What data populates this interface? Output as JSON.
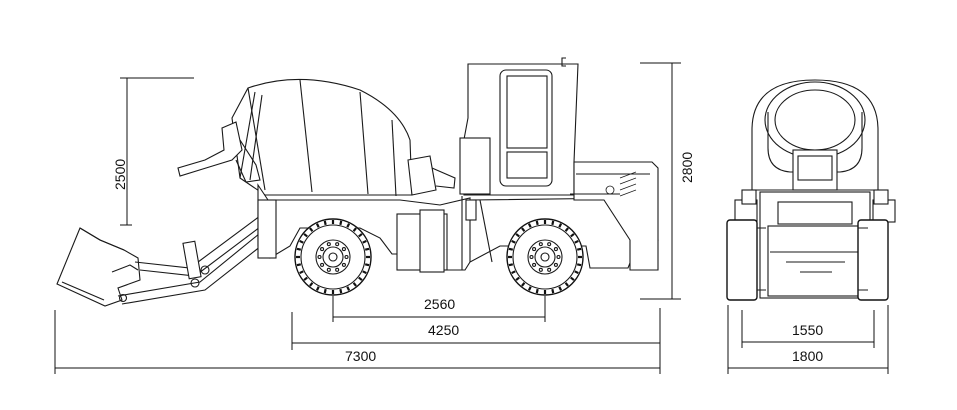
{
  "dimensions": {
    "height_mixer": "2500",
    "height_total": "2800",
    "wheelbase": "2560",
    "chassis_length": "4250",
    "overall_length": "7300",
    "track_width": "1550",
    "overall_width": "1800"
  },
  "colors": {
    "line": "#1a1a1a",
    "background": "#ffffff"
  }
}
